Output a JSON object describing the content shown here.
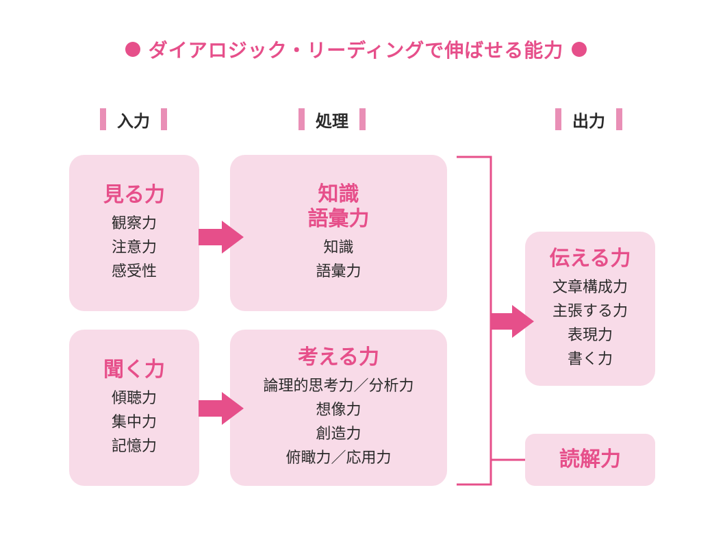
{
  "title": "ダイアロジック・リーディングで伸ばせる能力",
  "columns": {
    "input": "入力",
    "process": "処理",
    "output": "出力"
  },
  "boxes": {
    "see": {
      "title": "見る力",
      "items": [
        "観察力",
        "注意力",
        "感受性"
      ]
    },
    "listen": {
      "title": "聞く力",
      "items": [
        "傾聴力",
        "集中力",
        "記憶力"
      ]
    },
    "knowledge": {
      "title": "知識\n語彙力",
      "items": [
        "知識",
        "語彙力"
      ]
    },
    "think": {
      "title": "考える力",
      "items": [
        "論理的思考力／分析力",
        "想像力",
        "創造力",
        "俯瞰力／応用力"
      ]
    },
    "convey": {
      "title": "伝える力",
      "items": [
        "文章構成力",
        "主張する力",
        "表現力",
        "書く力"
      ]
    },
    "reading": {
      "title": "読解力"
    }
  },
  "colors": {
    "accent": "#e64f8a",
    "box_fill": "#f8dbe8",
    "bar": "#e98fb6"
  }
}
